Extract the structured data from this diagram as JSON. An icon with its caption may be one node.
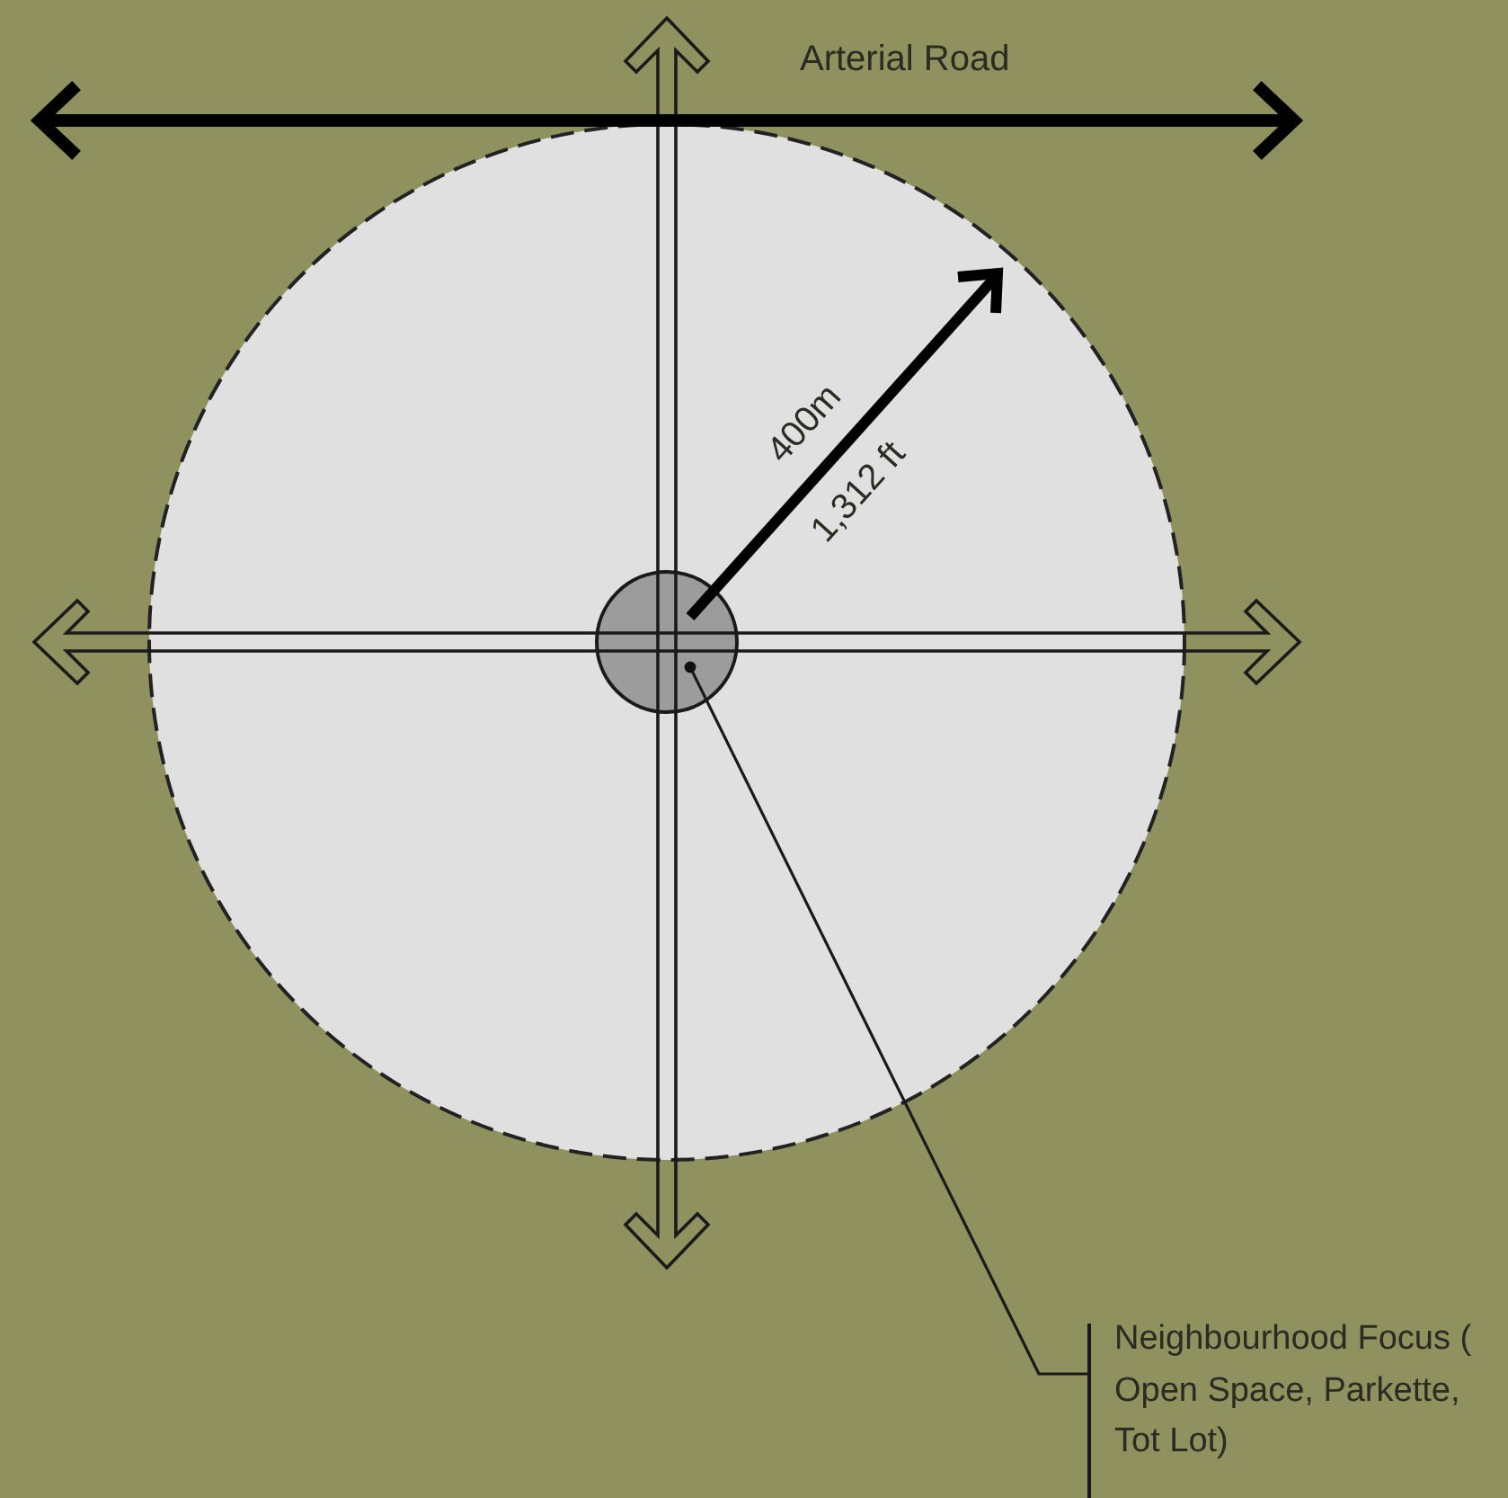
{
  "diagram": {
    "nodes": [
      {
        "text": [
          "Neighbourhood Focus ( Open Space, Parkette, Tot Lot)"
        ]
      },
      {
        "text": [],
        "shape": "circle"
      }
    ],
    "edges": [
      {
        "from": 0,
        "to": 1,
        "arrow": "other"
      }
    ],
    "labels": [
      "Arterial Road",
      "400m",
      "1,312 ft"
    ]
  }
}
